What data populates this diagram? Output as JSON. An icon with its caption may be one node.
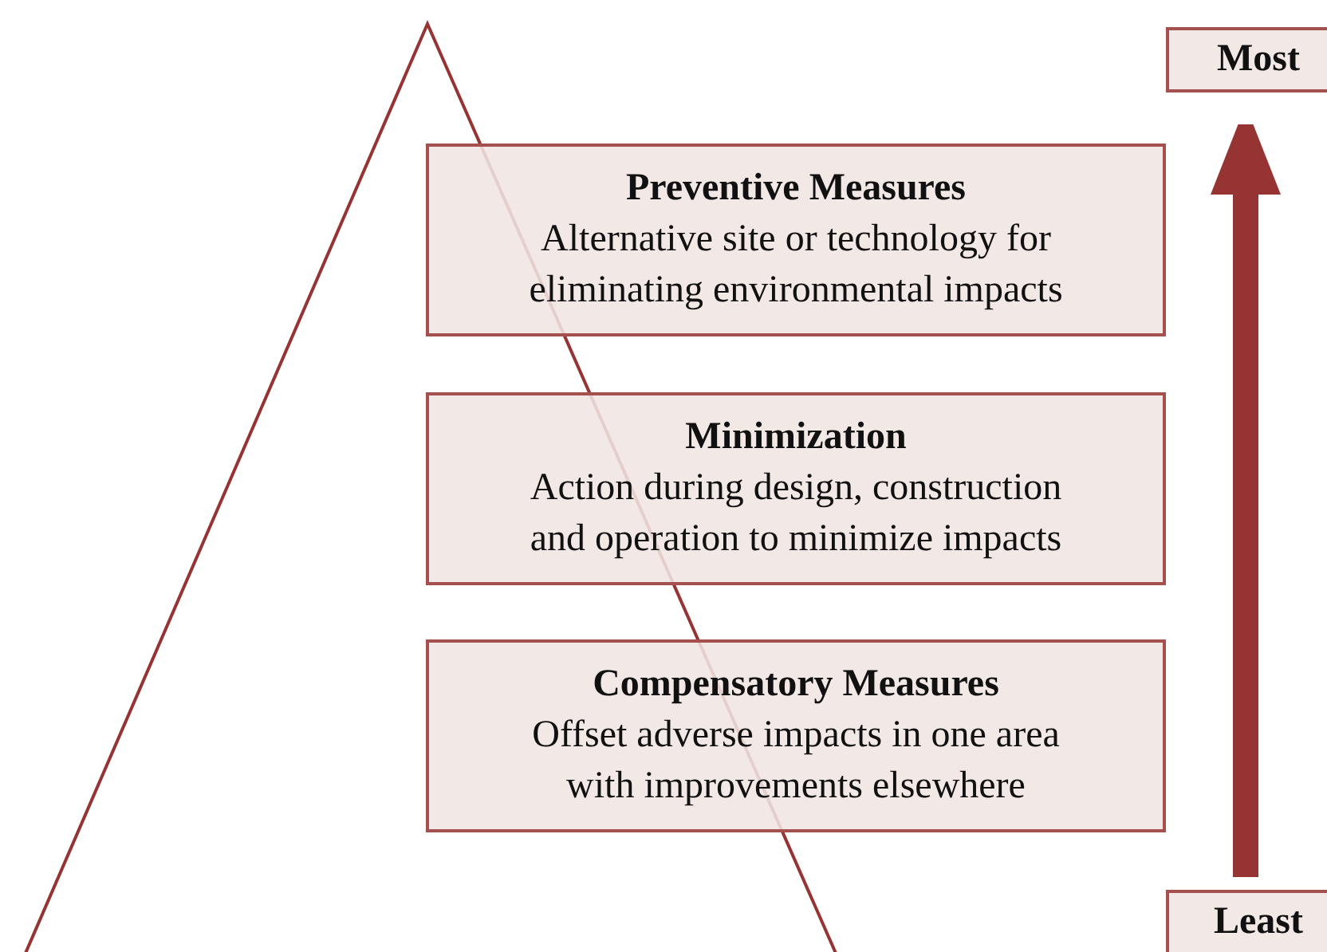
{
  "diagram": {
    "nodes": [
      {
        "text": [
          "Preventive Measures",
          "Alternative site or technology for eliminating environmental impacts"
        ]
      },
      {
        "text": [
          "Minimization",
          "Action during design, construction and operation to minimize impacts"
        ]
      },
      {
        "text": [
          "Compensatory Measures",
          "Offset adverse impacts in one area with improvements elsewhere"
        ]
      },
      {
        "text": [
          "Most"
        ]
      },
      {
        "text": [
          "Least"
        ]
      }
    ],
    "edges": [
      {
        "from": 4,
        "to": 3,
        "arrow": "to"
      }
    ]
  }
}
